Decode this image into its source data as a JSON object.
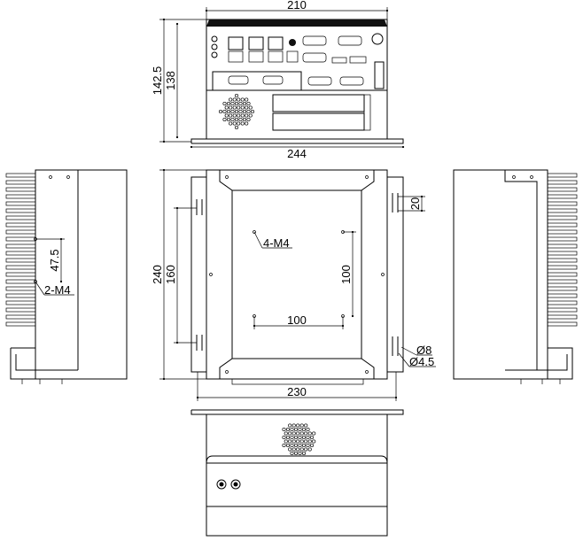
{
  "title": "Fanless embedded PC dimension drawing",
  "colors": {
    "line": "#000000",
    "background": "#ffffff"
  },
  "front_view": {
    "width_label": "210",
    "height_total_label": "142.5",
    "height_body_label": "138",
    "flange_width_label": "244"
  },
  "top_view": {
    "depth_label": "240",
    "slot_pitch_label": "160",
    "mount_holes_label": "4-M4",
    "hole_pitch_x_label": "100",
    "hole_pitch_y_label": "100",
    "slot_length_label": "20",
    "slot_dia_large_label": "Ø8",
    "slot_dia_small_label": "Ø4.5",
    "flange_span_label": "230"
  },
  "side_view": {
    "hole_pitch_label": "47.5",
    "holes_label": "2-M4"
  }
}
